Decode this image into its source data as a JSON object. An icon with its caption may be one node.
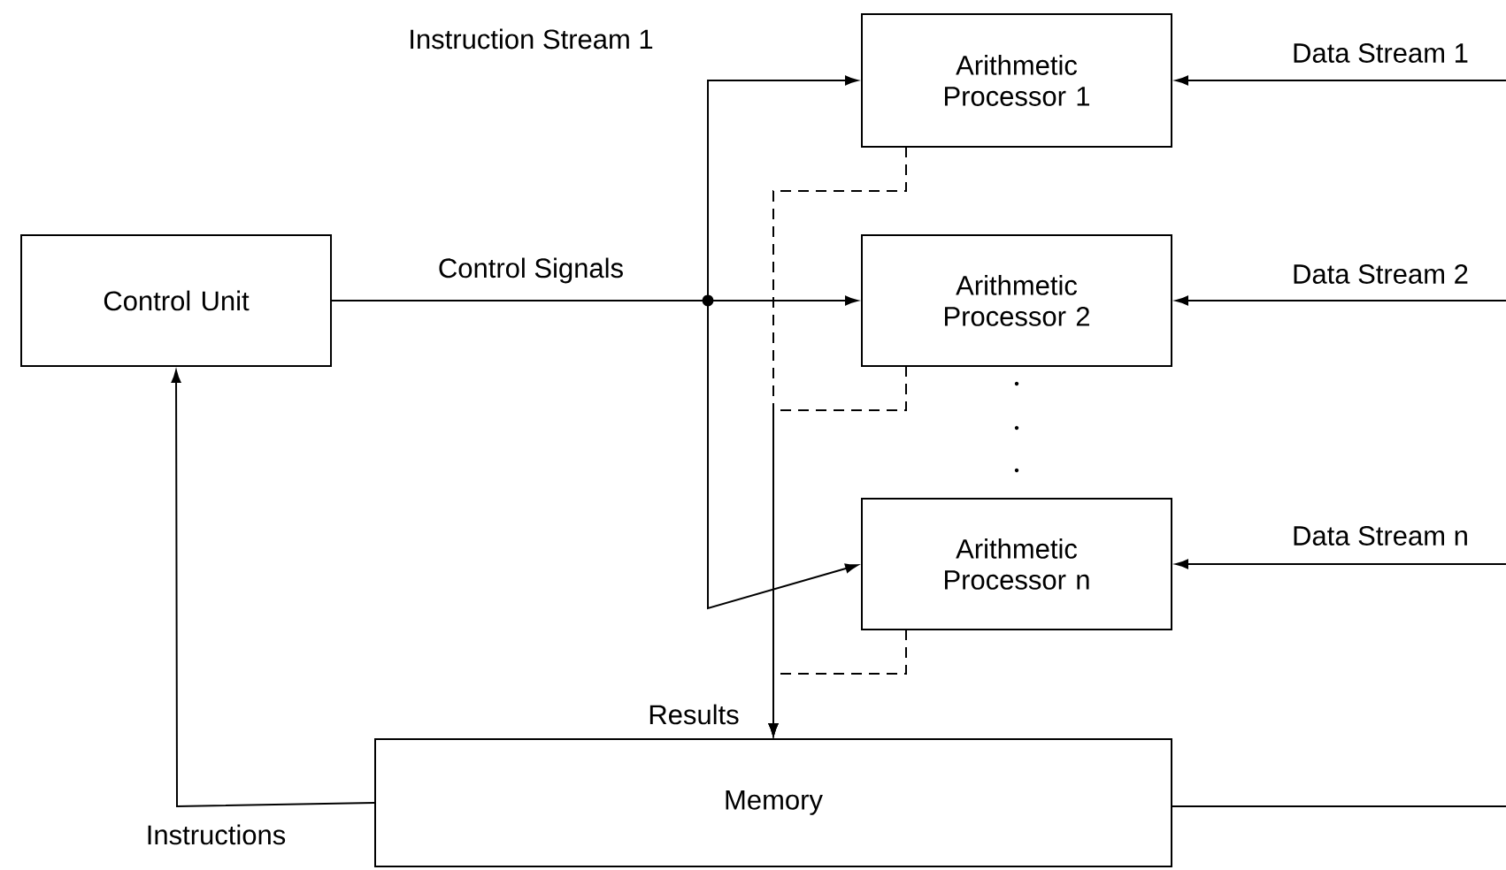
{
  "diagram": {
    "nodes": [
      {
        "text": [
          "Control Unit"
        ]
      },
      {
        "text": [
          "Arithmetic Processor 1"
        ]
      },
      {
        "text": [
          "Arithmetic Processor 2"
        ]
      },
      {
        "text": [
          "Arithmetic Processor n"
        ]
      },
      {
        "text": [
          "Memory"
        ]
      }
    ],
    "edges": [
      {
        "from": 0,
        "to": 1,
        "arrow": "to",
        "label": "Instruction Stream 1"
      },
      {
        "from": 0,
        "to": 2,
        "arrow": "to",
        "label": "Control Signals"
      },
      {
        "from": 0,
        "to": 3,
        "arrow": "to"
      },
      {
        "from": 1,
        "to": 4,
        "arrow": "to",
        "style": "dashed"
      },
      {
        "from": 2,
        "to": 4,
        "arrow": "to",
        "style": "dashed"
      },
      {
        "from": 3,
        "to": 4,
        "arrow": "to",
        "style": "dashed",
        "label": "Results"
      },
      {
        "from": 4,
        "to": 0,
        "arrow": "to",
        "label": "Instructions"
      },
      {
        "from": null,
        "to": 1,
        "arrow": "to",
        "label": "Data Stream 1"
      },
      {
        "from": null,
        "to": 2,
        "arrow": "to",
        "label": "Data Stream 2"
      },
      {
        "from": null,
        "to": 3,
        "arrow": "to",
        "label": "Data Stream n"
      },
      {
        "from": 4,
        "to": null,
        "arrow": "none"
      }
    ]
  }
}
